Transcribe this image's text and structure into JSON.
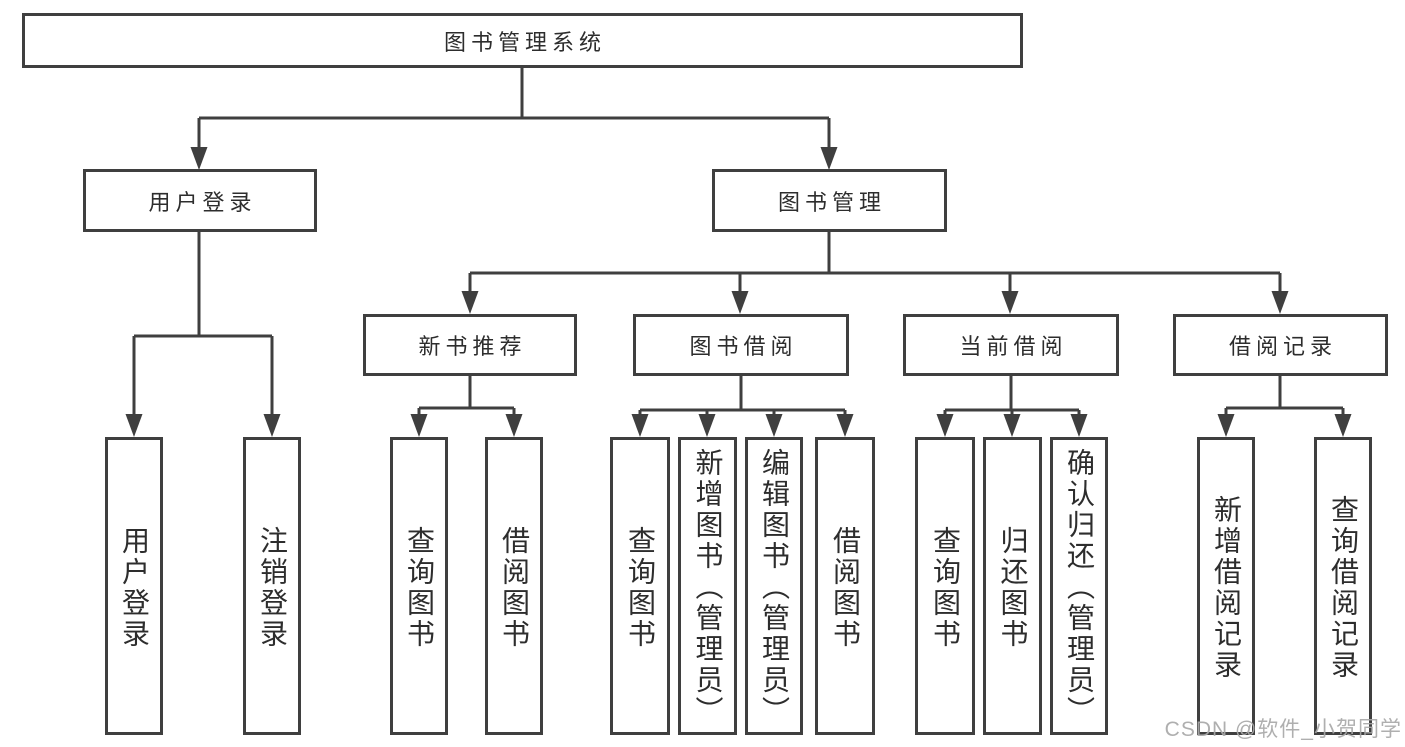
{
  "diagram": {
    "type": "tree",
    "root": {
      "label": "图书管理系统"
    },
    "children": [
      {
        "label": "用户登录",
        "children": [
          {
            "label": "用户登录"
          },
          {
            "label": "注销登录"
          }
        ]
      },
      {
        "label": "图书管理",
        "children": [
          {
            "label": "新书推荐",
            "children": [
              {
                "label": "查询图书"
              },
              {
                "label": "借阅图书"
              }
            ]
          },
          {
            "label": "图书借阅",
            "children": [
              {
                "label": "查询图书"
              },
              {
                "label": "新增图书（管理员）"
              },
              {
                "label": "编辑图书（管理员）"
              },
              {
                "label": "借阅图书"
              }
            ]
          },
          {
            "label": "当前借阅",
            "children": [
              {
                "label": "查询图书"
              },
              {
                "label": "归还图书"
              },
              {
                "label": "确认归还（管理员）"
              }
            ]
          },
          {
            "label": "借阅记录",
            "children": [
              {
                "label": "新增借阅记录"
              },
              {
                "label": "查询借阅记录"
              }
            ]
          }
        ]
      }
    ]
  },
  "watermark": {
    "text": "CSDN @软件_小贺同学"
  },
  "colors": {
    "line": "#3f3f3f",
    "box_border": "#3f3f3f",
    "text": "#2d2d2d",
    "watermark": "#a8a8a8",
    "background": "#ffffff"
  }
}
